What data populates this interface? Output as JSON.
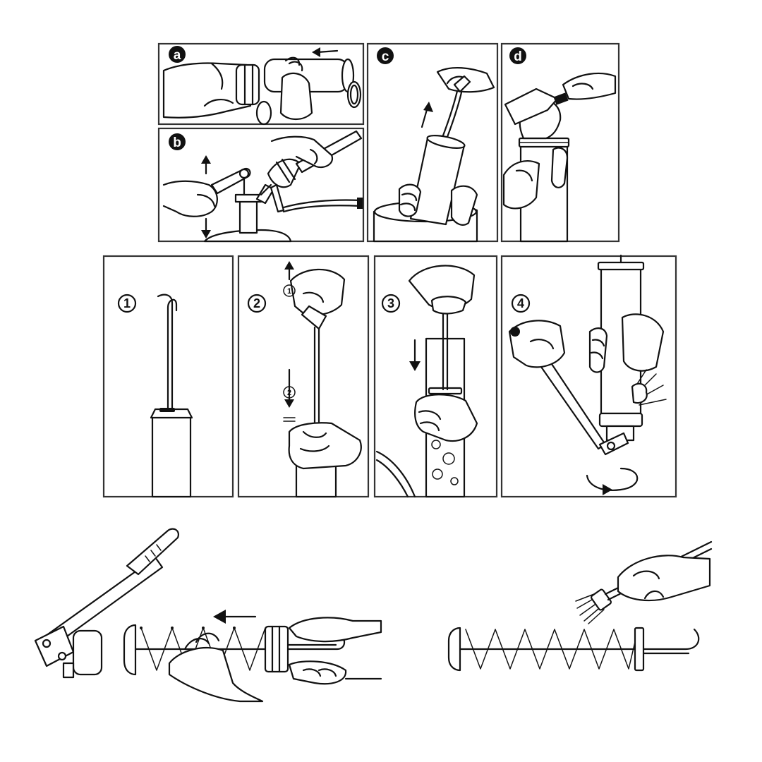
{
  "panels_top": [
    {
      "id": "a",
      "label": "a"
    },
    {
      "id": "b",
      "label": "b"
    },
    {
      "id": "c",
      "label": "c"
    },
    {
      "id": "d",
      "label": "d"
    }
  ],
  "panels_steps": [
    {
      "id": "step-1",
      "label": "1"
    },
    {
      "id": "step-2",
      "label": "2",
      "sub_labels": [
        "1",
        "2"
      ]
    },
    {
      "id": "step-3",
      "label": "3"
    },
    {
      "id": "step-4",
      "label": "4"
    }
  ],
  "colors": {
    "line": "#111111",
    "frame": "#333333",
    "background": "#ffffff"
  }
}
